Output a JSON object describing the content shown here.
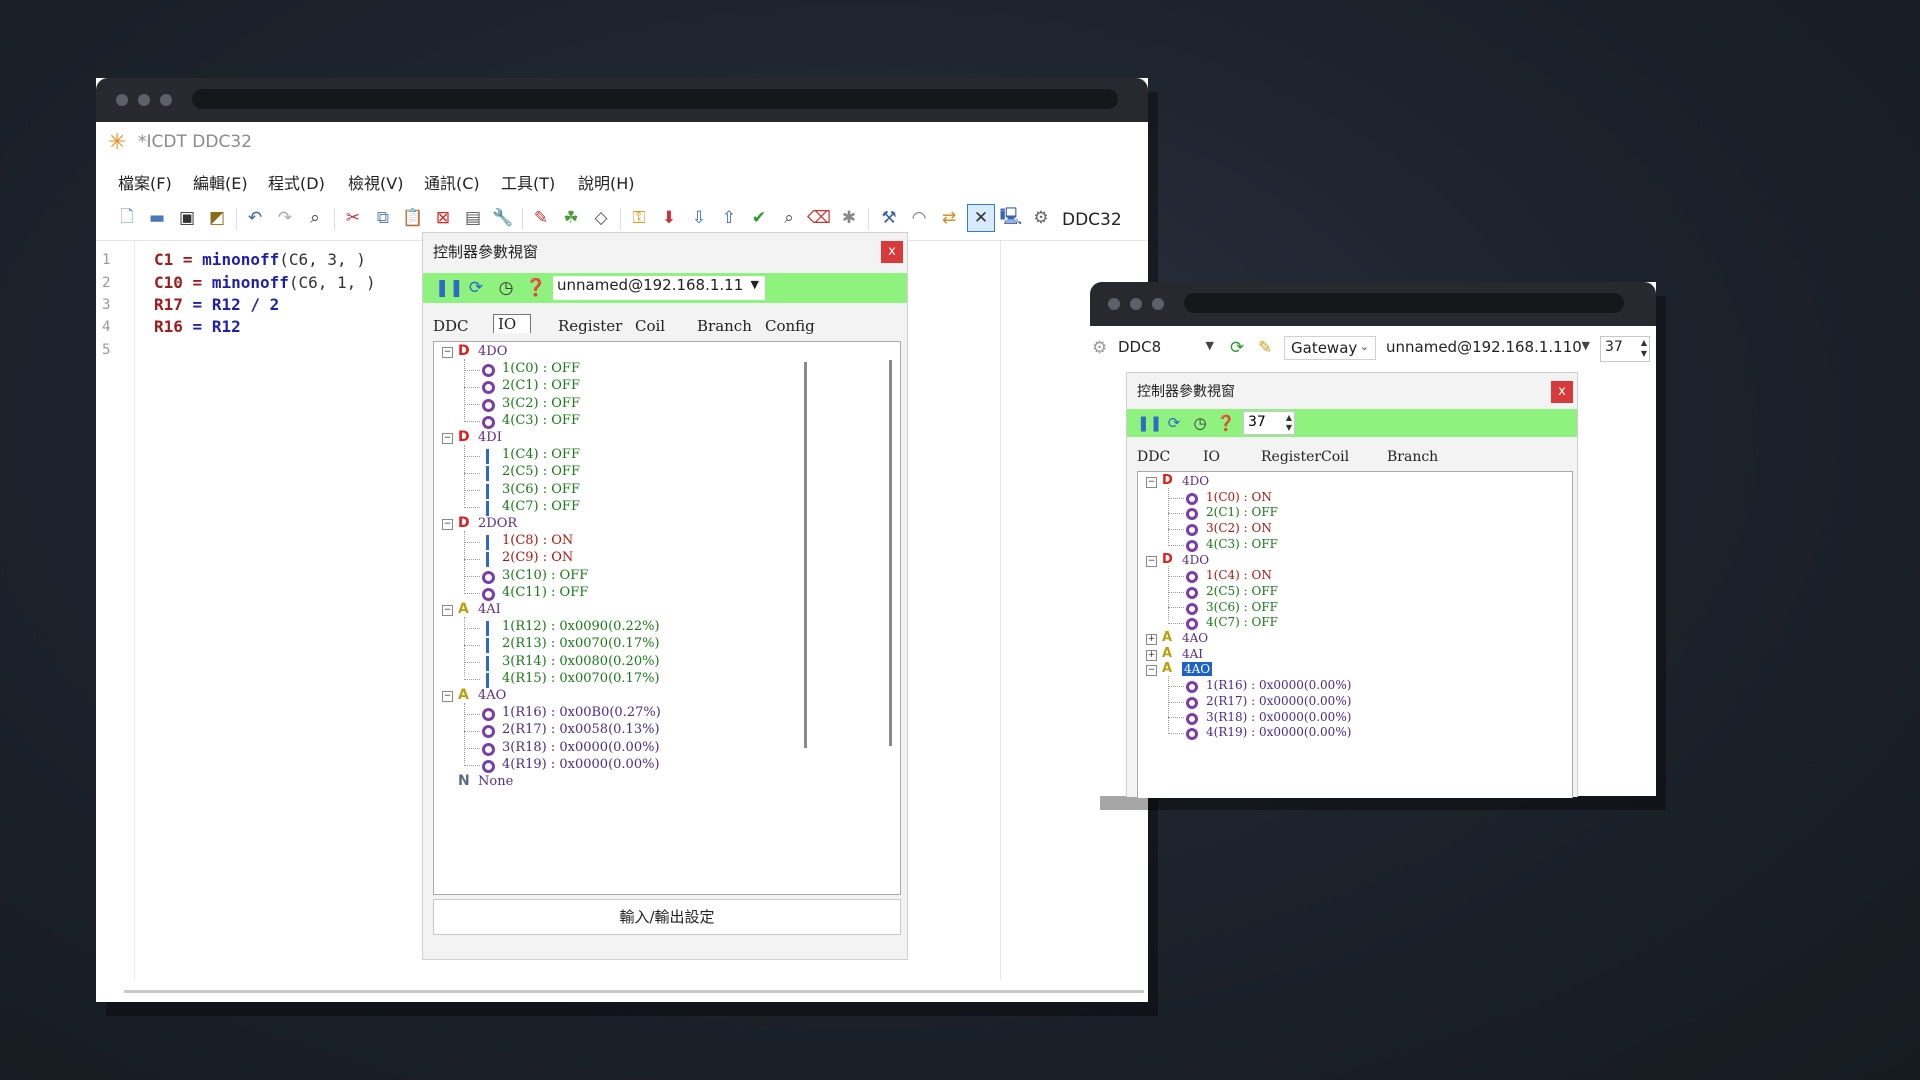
{
  "main_window": {
    "title": "*ICDT DDC32",
    "menu": [
      "檔案(F)",
      "編輯(E)",
      "程式(D)",
      "檢視(V)",
      "通訊(C)",
      "工具(T)",
      "說明(H)"
    ],
    "toolbar_label": "DDC32",
    "code_lines": [
      {
        "num": "1",
        "lhs": "C1",
        "fn": "minonoff",
        "args": "(C6, 3, )"
      },
      {
        "num": "2",
        "lhs": "C10",
        "fn": "minonoff",
        "args": "(C6, 1, )"
      },
      {
        "num": "3",
        "lhs": "R17",
        "op": "= R12 / 2"
      },
      {
        "num": "4",
        "lhs": "R16",
        "op": "= R12"
      },
      {
        "num": "5"
      }
    ]
  },
  "main_panel": {
    "title": "控制器參數視窗",
    "close": "x",
    "connection": "unnamed@192.168.1.11",
    "tabs": [
      "DDC",
      "IO",
      "Register",
      "Coil",
      "Branch",
      "Config"
    ],
    "selected_tab": "IO",
    "tree": [
      {
        "name": "4DO",
        "kind": "D",
        "items": [
          {
            "label": "1(C0) : OFF",
            "state": "off",
            "icon": "o"
          },
          {
            "label": "2(C1) : OFF",
            "state": "off",
            "icon": "o"
          },
          {
            "label": "3(C2) : OFF",
            "state": "off",
            "icon": "o"
          },
          {
            "label": "4(C3) : OFF",
            "state": "off",
            "icon": "o"
          }
        ]
      },
      {
        "name": "4DI",
        "kind": "D",
        "items": [
          {
            "label": "1(C4) : OFF",
            "state": "off",
            "icon": "i"
          },
          {
            "label": "2(C5) : OFF",
            "state": "off",
            "icon": "i"
          },
          {
            "label": "3(C6) : OFF",
            "state": "off",
            "icon": "i"
          },
          {
            "label": "4(C7) : OFF",
            "state": "off",
            "icon": "i"
          }
        ]
      },
      {
        "name": "2DOR",
        "kind": "D",
        "items": [
          {
            "label": "1(C8) : ON",
            "state": "on",
            "icon": "i"
          },
          {
            "label": "2(C9) : ON",
            "state": "on",
            "icon": "i"
          },
          {
            "label": "3(C10) : OFF",
            "state": "off",
            "icon": "o"
          },
          {
            "label": "4(C11) : OFF",
            "state": "off",
            "icon": "o"
          }
        ]
      },
      {
        "name": "4AI",
        "kind": "A",
        "items": [
          {
            "label": "1(R12) : 0x0090(0.22%)",
            "state": "off",
            "icon": "i"
          },
          {
            "label": "2(R13) : 0x0070(0.17%)",
            "state": "off",
            "icon": "i"
          },
          {
            "label": "3(R14) : 0x0080(0.20%)",
            "state": "off",
            "icon": "i"
          },
          {
            "label": "4(R15) : 0x0070(0.17%)",
            "state": "off",
            "icon": "i"
          }
        ]
      },
      {
        "name": "4AO",
        "kind": "A",
        "items": [
          {
            "label": "1(R16) : 0x00B0(0.27%)",
            "state": "val",
            "icon": "o"
          },
          {
            "label": "2(R17) : 0x0058(0.13%)",
            "state": "val",
            "icon": "o"
          },
          {
            "label": "3(R18) : 0x0000(0.00%)",
            "state": "val",
            "icon": "o"
          },
          {
            "label": "4(R19) : 0x0000(0.00%)",
            "state": "val",
            "icon": "o"
          }
        ]
      },
      {
        "name": "None",
        "kind": "N",
        "items": []
      }
    ],
    "io_button": "輸入/輸出設定"
  },
  "second_window": {
    "device": "DDC8",
    "mode": "Gateway",
    "connection": "unnamed@192.168.1.110",
    "spin_value": "37"
  },
  "second_panel": {
    "title": "控制器參數視窗",
    "close": "x",
    "spin_value": "37",
    "tabs": [
      "DDC",
      "IO",
      "Register",
      "Coil",
      "Branch"
    ],
    "selected_tab": "IO",
    "tree": [
      {
        "name": "4DO",
        "kind": "D",
        "expanded": true,
        "items": [
          {
            "label": "1(C0) : ON",
            "state": "on",
            "icon": "o"
          },
          {
            "label": "2(C1) : OFF",
            "state": "off",
            "icon": "o"
          },
          {
            "label": "3(C2) : ON",
            "state": "on",
            "icon": "o"
          },
          {
            "label": "4(C3) : OFF",
            "state": "off",
            "icon": "o"
          }
        ]
      },
      {
        "name": "4DO",
        "kind": "D",
        "expanded": true,
        "items": [
          {
            "label": "1(C4) : ON",
            "state": "on",
            "icon": "o"
          },
          {
            "label": "2(C5) : OFF",
            "state": "off",
            "icon": "o"
          },
          {
            "label": "3(C6) : OFF",
            "state": "off",
            "icon": "o"
          },
          {
            "label": "4(C7) : OFF",
            "state": "off",
            "icon": "o"
          }
        ]
      },
      {
        "name": "4AO",
        "kind": "A",
        "expanded": false,
        "items": []
      },
      {
        "name": "4AI",
        "kind": "A",
        "expanded": false,
        "items": []
      },
      {
        "name": "4AO",
        "kind": "A",
        "expanded": true,
        "selected": true,
        "items": [
          {
            "label": "1(R16) : 0x0000(0.00%)",
            "state": "val",
            "icon": "o"
          },
          {
            "label": "2(R17) : 0x0000(0.00%)",
            "state": "val",
            "icon": "o"
          },
          {
            "label": "3(R18) : 0x0000(0.00%)",
            "state": "val",
            "icon": "o"
          },
          {
            "label": "4(R19) : 0x0000(0.00%)",
            "state": "val",
            "icon": "o"
          }
        ]
      }
    ]
  },
  "colors": {
    "accent_green": "#8ff27e",
    "close_red": "#d63a3a",
    "on_text": "#b0160f",
    "off_text": "#187a16",
    "value_text": "#4a2a8c",
    "digital_icon": "#e21b1b",
    "analog_icon": "#b7a10e"
  }
}
